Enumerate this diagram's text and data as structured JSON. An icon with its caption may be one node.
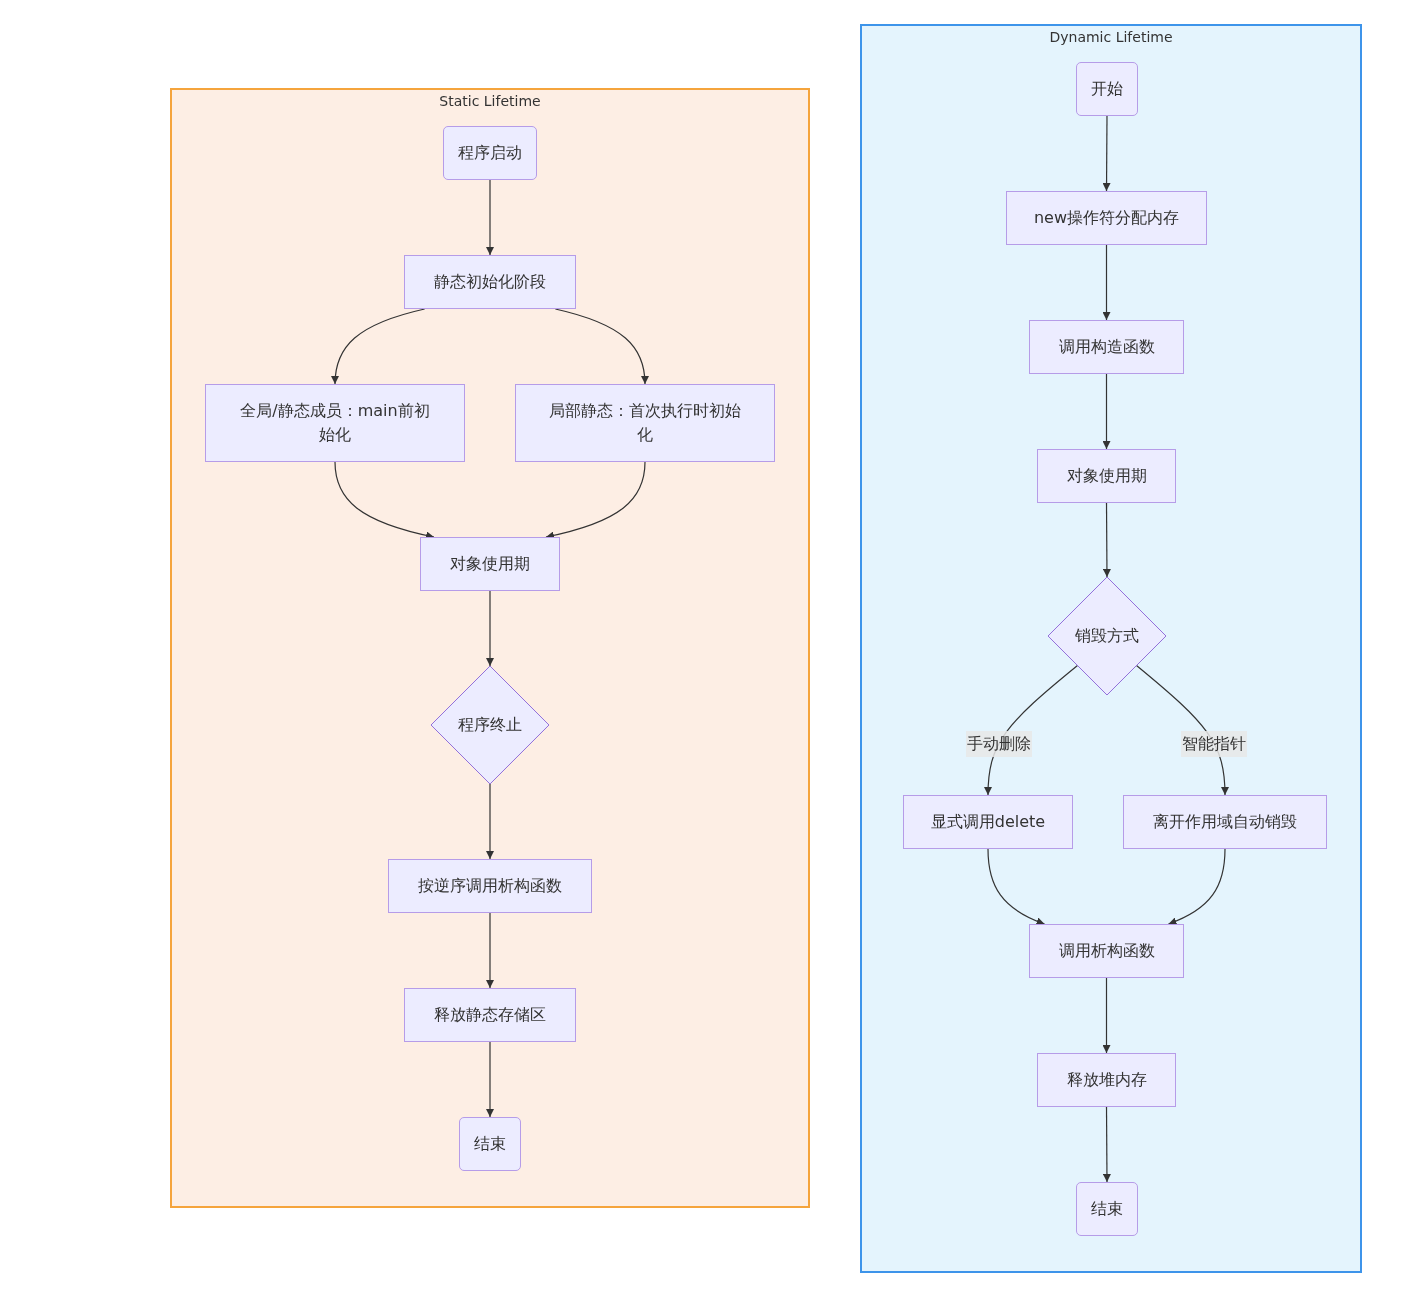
{
  "diagram": {
    "nodes": [
      {
        "text": [
          "Static Lifetime"
        ]
      },
      {
        "text": [
          "程序启动"
        ],
        "in": 0
      },
      {
        "text": [
          "静态初始化阶段"
        ],
        "in": 0
      },
      {
        "text": [
          "全局/静态成员：main前初始化"
        ],
        "in": 0
      },
      {
        "text": [
          "局部静态：首次执行时初始化"
        ],
        "in": 0
      },
      {
        "text": [
          "对象使用期"
        ],
        "in": 0
      },
      {
        "text": [
          "程序终止"
        ],
        "in": 0
      },
      {
        "text": [
          "按逆序调用析构函数"
        ],
        "in": 0
      },
      {
        "text": [
          "释放静态存储区"
        ],
        "in": 0
      },
      {
        "text": [
          "结束"
        ],
        "in": 0
      },
      {
        "text": [
          "Dynamic Lifetime"
        ]
      },
      {
        "text": [
          "开始"
        ],
        "in": 10
      },
      {
        "text": [
          "new操作符分配内存"
        ],
        "in": 10
      },
      {
        "text": [
          "调用构造函数"
        ],
        "in": 10
      },
      {
        "text": [
          "对象使用期"
        ],
        "in": 10
      },
      {
        "text": [
          "销毁方式"
        ],
        "in": 10
      },
      {
        "text": [
          "显式调用delete"
        ],
        "in": 10
      },
      {
        "text": [
          "离开作用域自动销毁"
        ],
        "in": 10
      },
      {
        "text": [
          "调用析构函数"
        ],
        "in": 10
      },
      {
        "text": [
          "释放堆内存"
        ],
        "in": 10
      },
      {
        "text": [
          "结束"
        ],
        "in": 10
      }
    ],
    "edges": [
      {
        "from": 1,
        "to": 2,
        "arrow": "to"
      },
      {
        "from": 2,
        "to": 3,
        "arrow": "to"
      },
      {
        "from": 2,
        "to": 4,
        "arrow": "to"
      },
      {
        "from": 3,
        "to": 5,
        "arrow": "to"
      },
      {
        "from": 4,
        "to": 5,
        "arrow": "to"
      },
      {
        "from": 5,
        "to": 6,
        "arrow": "to"
      },
      {
        "from": 6,
        "to": 7,
        "arrow": "to"
      },
      {
        "from": 7,
        "to": 8,
        "arrow": "to"
      },
      {
        "from": 8,
        "to": 9,
        "arrow": "to"
      },
      {
        "from": 11,
        "to": 12,
        "arrow": "to"
      },
      {
        "from": 12,
        "to": 13,
        "arrow": "to"
      },
      {
        "from": 13,
        "to": 14,
        "arrow": "to"
      },
      {
        "from": 14,
        "to": 15,
        "arrow": "to"
      },
      {
        "from": 15,
        "to": 16,
        "arrow": "to",
        "label": "手动删除"
      },
      {
        "from": 15,
        "to": 17,
        "arrow": "to",
        "label": "智能指针"
      },
      {
        "from": 16,
        "to": 18,
        "arrow": "to"
      },
      {
        "from": 17,
        "to": 18,
        "arrow": "to"
      },
      {
        "from": 18,
        "to": 19,
        "arrow": "to"
      },
      {
        "from": 19,
        "to": 20,
        "arrow": "to"
      }
    ]
  }
}
